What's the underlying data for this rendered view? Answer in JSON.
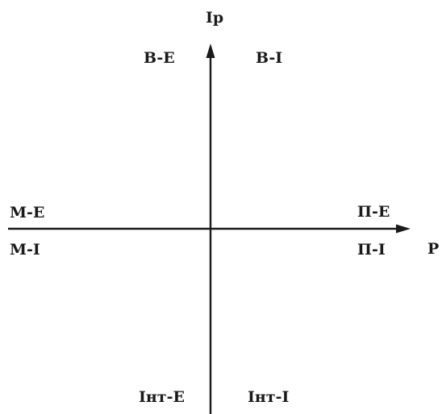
{
  "axes": {
    "vertical_label": "Ip",
    "horizontal_label": "P"
  },
  "quadrant_labels": {
    "top_left": "B-E",
    "top_right": "B-I",
    "left_upper": "M-E",
    "left_lower": "M-I",
    "right_upper": "П-E",
    "right_lower": "П-I",
    "bottom_left": "Iнт-E",
    "bottom_right": "Iнт-I"
  },
  "colors": {
    "ink": "#1a1a1a",
    "background": "#ffffff"
  }
}
